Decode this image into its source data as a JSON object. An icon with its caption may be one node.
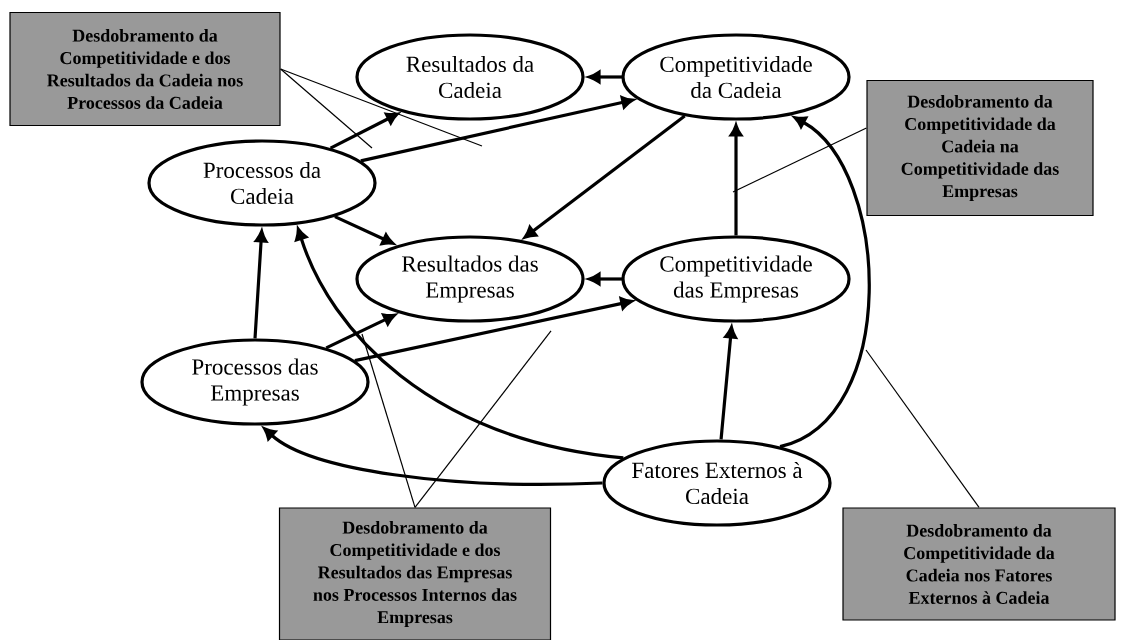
{
  "diagram": {
    "nodes": [
      {
        "text": [
          "Resultados da Cadeia"
        ]
      },
      {
        "text": [
          "Competitividade da Cadeia"
        ]
      },
      {
        "text": [
          "Processos da Cadeia"
        ]
      },
      {
        "text": [
          "Resultados das Empresas"
        ]
      },
      {
        "text": [
          "Competitividade das Empresas"
        ]
      },
      {
        "text": [
          "Processos das Empresas"
        ]
      },
      {
        "text": [
          "Fatores Externos à Cadeia"
        ]
      },
      {
        "text": [
          "Desdobramento da Competitividade e dos Resultados da Cadeia nos Processos da Cadeia"
        ]
      },
      {
        "text": [
          "Desdobramento da Competitividade da Cadeia na Competitividade das Empresas"
        ]
      },
      {
        "text": [
          "Desdobramento da Competitividade e dos Resultados das Empresas nos Processos Internos das Empresas"
        ]
      },
      {
        "text": [
          "Desdobramento da Competitividade da Cadeia nos Fatores Externos à Cadeia"
        ]
      }
    ],
    "edges": [
      {
        "from": 1,
        "to": 0,
        "arrow": "to"
      },
      {
        "from": 2,
        "to": 0,
        "arrow": "to"
      },
      {
        "from": 2,
        "to": 1,
        "arrow": "to"
      },
      {
        "from": 1,
        "to": 3,
        "arrow": "to"
      },
      {
        "from": 2,
        "to": 3,
        "arrow": "to"
      },
      {
        "from": 4,
        "to": 3,
        "arrow": "to"
      },
      {
        "from": 4,
        "to": 1,
        "arrow": "to"
      },
      {
        "from": 5,
        "to": 2,
        "arrow": "to"
      },
      {
        "from": 5,
        "to": 3,
        "arrow": "to"
      },
      {
        "from": 5,
        "to": 4,
        "arrow": "to"
      },
      {
        "from": 6,
        "to": 4,
        "arrow": "to"
      },
      {
        "from": 6,
        "to": 2,
        "arrow": "to"
      },
      {
        "from": 6,
        "to": 5,
        "arrow": "to"
      },
      {
        "from": 6,
        "to": 1,
        "arrow": "to"
      },
      {
        "from": 7,
        "to": null,
        "arrow": "none"
      },
      {
        "from": 7,
        "to": null,
        "arrow": "none"
      },
      {
        "from": 8,
        "to": null,
        "arrow": "none"
      },
      {
        "from": 9,
        "to": null,
        "arrow": "none"
      },
      {
        "from": 9,
        "to": null,
        "arrow": "none"
      },
      {
        "from": 10,
        "to": null,
        "arrow": "none"
      }
    ]
  }
}
